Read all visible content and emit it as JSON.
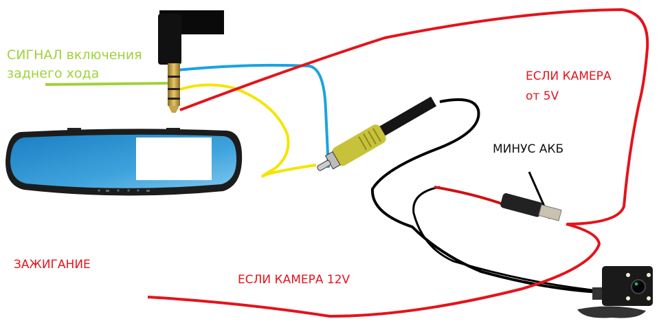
{
  "labels": {
    "signal_line1": "СИГНАЛ включения",
    "signal_line2": "заднего хода",
    "camera_5v_line1": "ЕСЛИ КАМЕРА",
    "camera_5v_line2": "от 5V",
    "battery_minus": "МИНУС АКБ",
    "ignition": "ЗАЖИГАНИЕ",
    "camera_12v": "ЕСЛИ КАМЕРА 12V"
  },
  "colors": {
    "signal_wire": "#a0d23a",
    "video_signal_wire": "#1aa3e0",
    "video_wire": "#f5e400",
    "power_wire": "#e3141b",
    "ground_wire": "#000000",
    "mirror_screen": "#3a9fd6",
    "rca_plug": "#c8c23a"
  }
}
